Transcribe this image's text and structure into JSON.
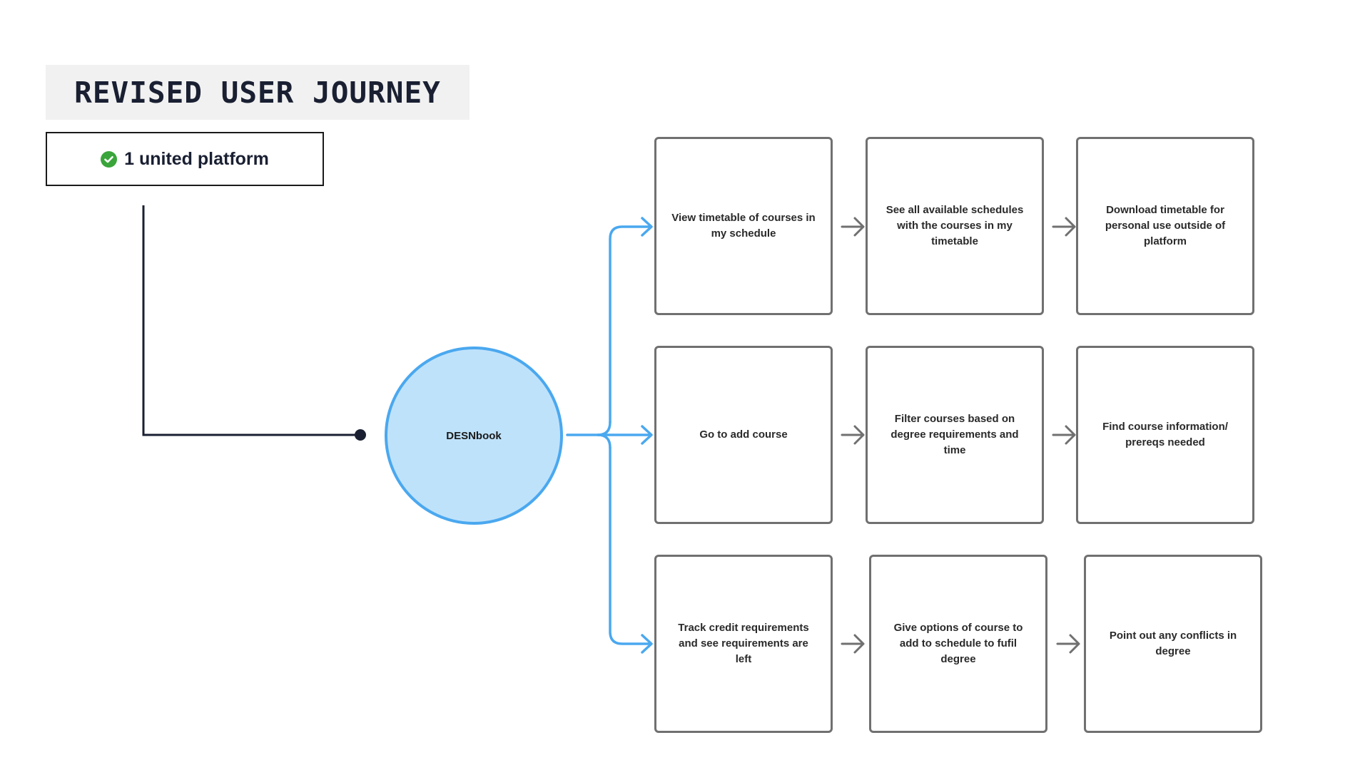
{
  "title": "REVISED USER JOURNEY",
  "badge": {
    "text": "1 united platform",
    "icon": "check-circle-icon",
    "icon_color": "#3aa53a"
  },
  "hub": {
    "label": "DESNbook",
    "fill_color": "#bfe2fb",
    "stroke_color": "#4aa8ef"
  },
  "colors": {
    "connector_blue": "#4aa8ef",
    "arrow_gray": "#707070",
    "line_dark": "#1a2032"
  },
  "rows": [
    {
      "steps": [
        "View timetable of courses in my schedule",
        "See all available schedules with the courses in my timetable",
        "Download timetable for personal use outside of platform"
      ]
    },
    {
      "steps": [
        "Go to add course",
        "Filter courses based on degree requirements and time",
        "Find course information/ prereqs needed"
      ]
    },
    {
      "steps": [
        "Track credit requirements and see requirements are left",
        "Give options of course to add to schedule to fufil degree",
        "Point out any conflicts in degree"
      ]
    }
  ]
}
